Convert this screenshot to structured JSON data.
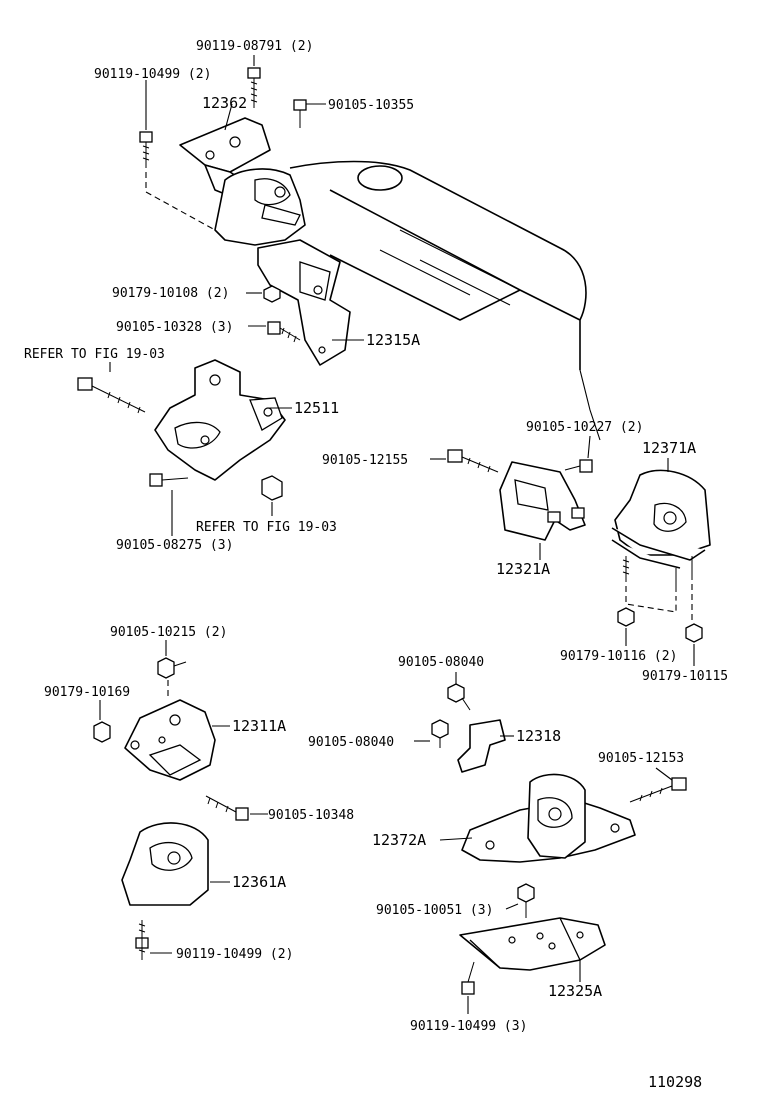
{
  "labels": {
    "p90119_08791": "90119-08791 (2)",
    "p90119_10499_top": "90119-10499 (2)",
    "p12362": "12362",
    "p90105_10355": "90105-10355",
    "p90179_10108": "90179-10108 (2)",
    "p90105_10328": "90105-10328 (3)",
    "p12315A": "12315A",
    "refer_fig_1": "REFER TO FIG 19-03",
    "p12511": "12511",
    "p90105_10227": "90105-10227 (2)",
    "p12371A": "12371A",
    "p90105_12155": "90105-12155",
    "refer_fig_2": "REFER TO FIG 19-03",
    "p90105_08275": "90105-08275 (3)",
    "p12321A": "12321A",
    "p90179_10116": "90179-10116 (2)",
    "p90179_10115": "90179-10115",
    "p90105_10215": "90105-10215 (2)",
    "p90105_08040_a": "90105-08040",
    "p90179_10169": "90179-10169",
    "p12311A": "12311A",
    "p90105_08040_b": "90105-08040",
    "p12318": "12318",
    "p90105_12153": "90105-12153",
    "p90105_10348": "90105-10348",
    "p12372A": "12372A",
    "p12361A": "12361A",
    "p90105_10051": "90105-10051 (3)",
    "p90119_10499_bottom": "90119-10499 (2)",
    "p12325A": "12325A",
    "p90119_10499_b3": "90119-10499 (3)",
    "diagram_id": "110298"
  }
}
